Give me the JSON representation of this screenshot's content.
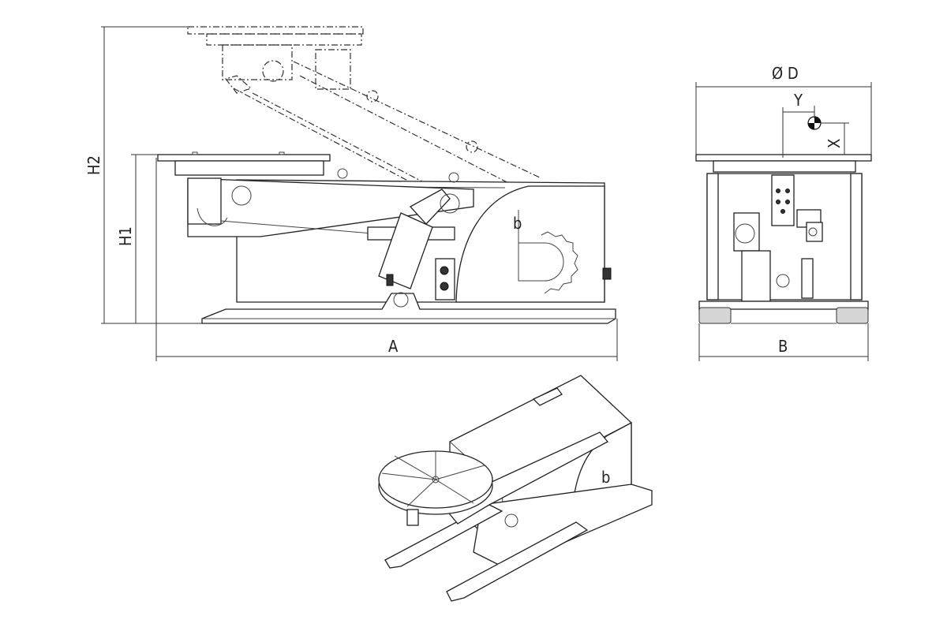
{
  "dimensions": {
    "overall_length": "A",
    "base_width": "B",
    "table_height": "H1",
    "tilted_height": "H2",
    "table_diameter": "Ø D",
    "offset_y": "Y",
    "offset_x": "X"
  },
  "logo": {
    "letter": "b"
  }
}
